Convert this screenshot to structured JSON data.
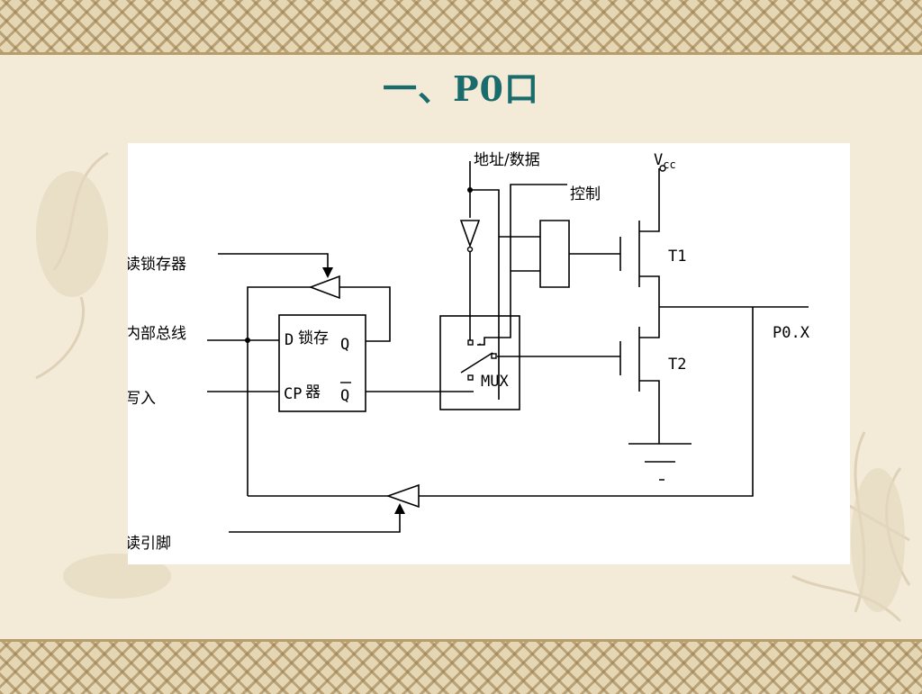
{
  "slide": {
    "title": "一、P0口"
  },
  "diagram": {
    "labels": {
      "read_latch": "读锁存器",
      "internal_bus": "内部总线",
      "write": "写入",
      "read_pin": "读引脚",
      "address_data": "地址/数据",
      "control": "控制",
      "vcc_v": "V",
      "vcc_cc": "cc",
      "t1": "T1",
      "t2": "T2",
      "p0x": "P0.X",
      "latch_d": "D",
      "latch_name1": "锁存",
      "latch_q": "Q",
      "latch_cp": "CP",
      "latch_name2": "器",
      "latch_qbar": "Q",
      "mux": "MUX"
    }
  }
}
